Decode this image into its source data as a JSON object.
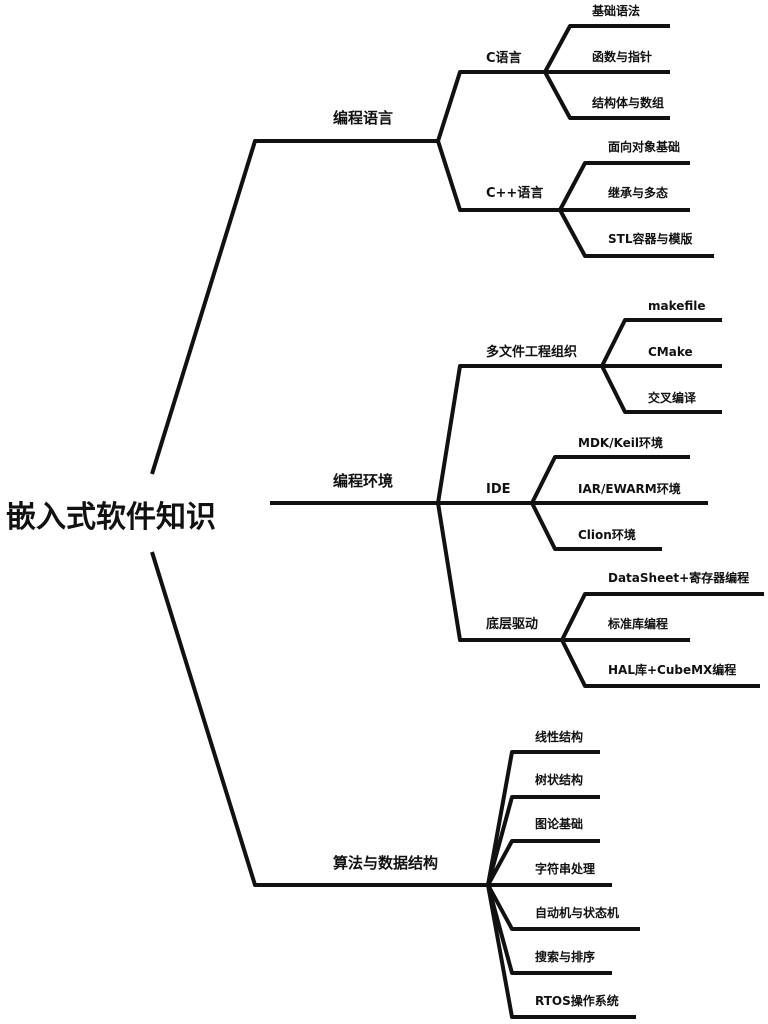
{
  "colors": {
    "line": "#111111",
    "text": "#111111",
    "root": "#d43a2c",
    "background": "#ffffff"
  },
  "root": {
    "label": "嵌入式软件知识"
  },
  "branches": [
    {
      "label": "编程语言",
      "children": [
        {
          "label": "C语言",
          "children": [
            "基础语法",
            "函数与指针",
            "结构体与数组"
          ]
        },
        {
          "label": "C++语言",
          "children": [
            "面向对象基础",
            "继承与多态",
            "STL容器与模版"
          ]
        }
      ]
    },
    {
      "label": "编程环境",
      "children": [
        {
          "label": "多文件工程组织",
          "children": [
            "makefile",
            "CMake",
            "交叉编译"
          ]
        },
        {
          "label": "IDE",
          "children": [
            "MDK/Keil环境",
            "IAR/EWARM环境",
            "Clion环境"
          ]
        },
        {
          "label": "底层驱动",
          "children": [
            "DataSheet+寄存器编程",
            "标准库编程",
            "HAL库+CubeMX编程"
          ]
        }
      ]
    },
    {
      "label": "算法与数据结构",
      "children": [
        "线性结构",
        "树状结构",
        "图论基础",
        "字符串处理",
        "自动机与状态机",
        "搜索与排序",
        "RTOS操作系统"
      ]
    }
  ]
}
